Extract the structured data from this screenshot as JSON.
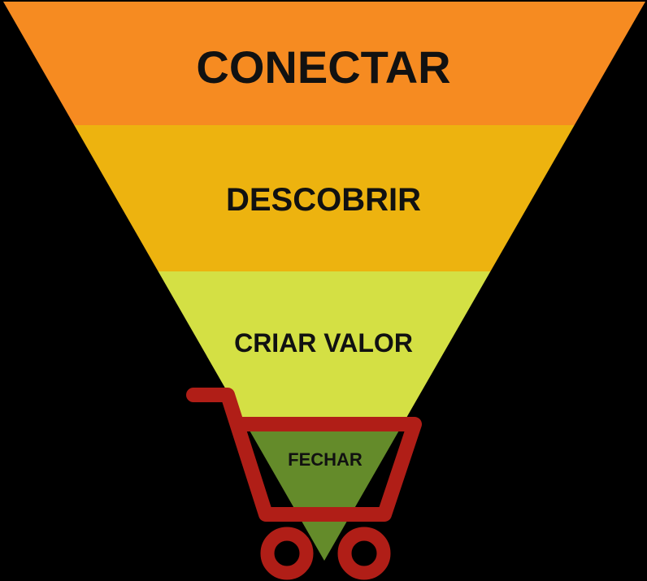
{
  "diagram": {
    "type": "sales-funnel",
    "stages": [
      {
        "label": "CONECTAR",
        "color": "#F68B21"
      },
      {
        "label": "DESCOBRIR",
        "color": "#EDB30F"
      },
      {
        "label": "CRIAR VALOR",
        "color": "#D4E044"
      },
      {
        "label": "FECHAR",
        "color": "#648B2A"
      }
    ],
    "cart_color": "#B01E17",
    "background": "#000000"
  }
}
